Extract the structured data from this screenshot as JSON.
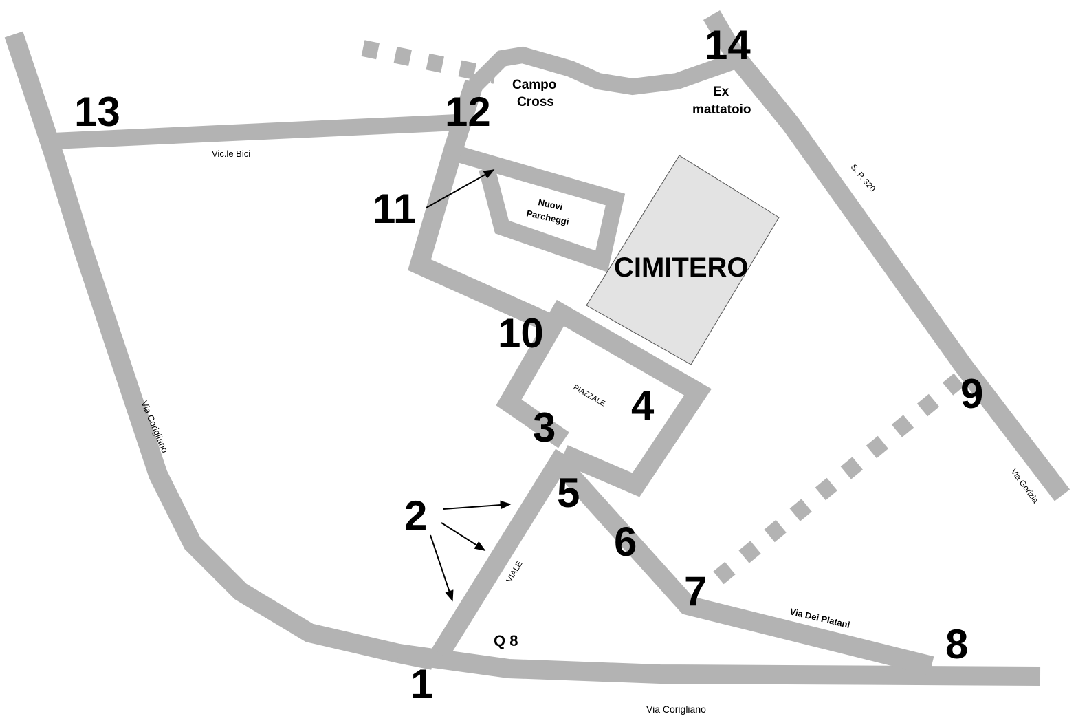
{
  "colors": {
    "road": "#b3b3b3",
    "cemetery_fill": "#e3e3e3",
    "background": "#ffffff"
  },
  "points": {
    "p1": "1",
    "p2": "2",
    "p3": "3",
    "p4": "4",
    "p5": "5",
    "p6": "6",
    "p7": "7",
    "p8": "8",
    "p9": "9",
    "p10": "10",
    "p11": "11",
    "p12": "12",
    "p13": "13",
    "p14": "14"
  },
  "labels": {
    "cimitero": "CIMITERO",
    "campo_cross_1": "Campo",
    "campo_cross_2": "Cross",
    "ex_mattatoio_1": "Ex",
    "ex_mattatoio_2": "mattatoio",
    "nuovi_parcheggi_1": "Nuovi",
    "nuovi_parcheggi_2": "Parcheggi",
    "piazzale": "PIAZZALE",
    "q8": "Q 8",
    "viale": "VIALE",
    "via_dei_platani": "Via Dei Platani",
    "via_corigliano_left": "Via Corigliano",
    "via_corigliano_bottom": "Via Corigliano",
    "vic_le_bici": "Vic.le Bici",
    "sp_320": "S. P. 320",
    "via_gorizia": "Via Gorizia"
  }
}
